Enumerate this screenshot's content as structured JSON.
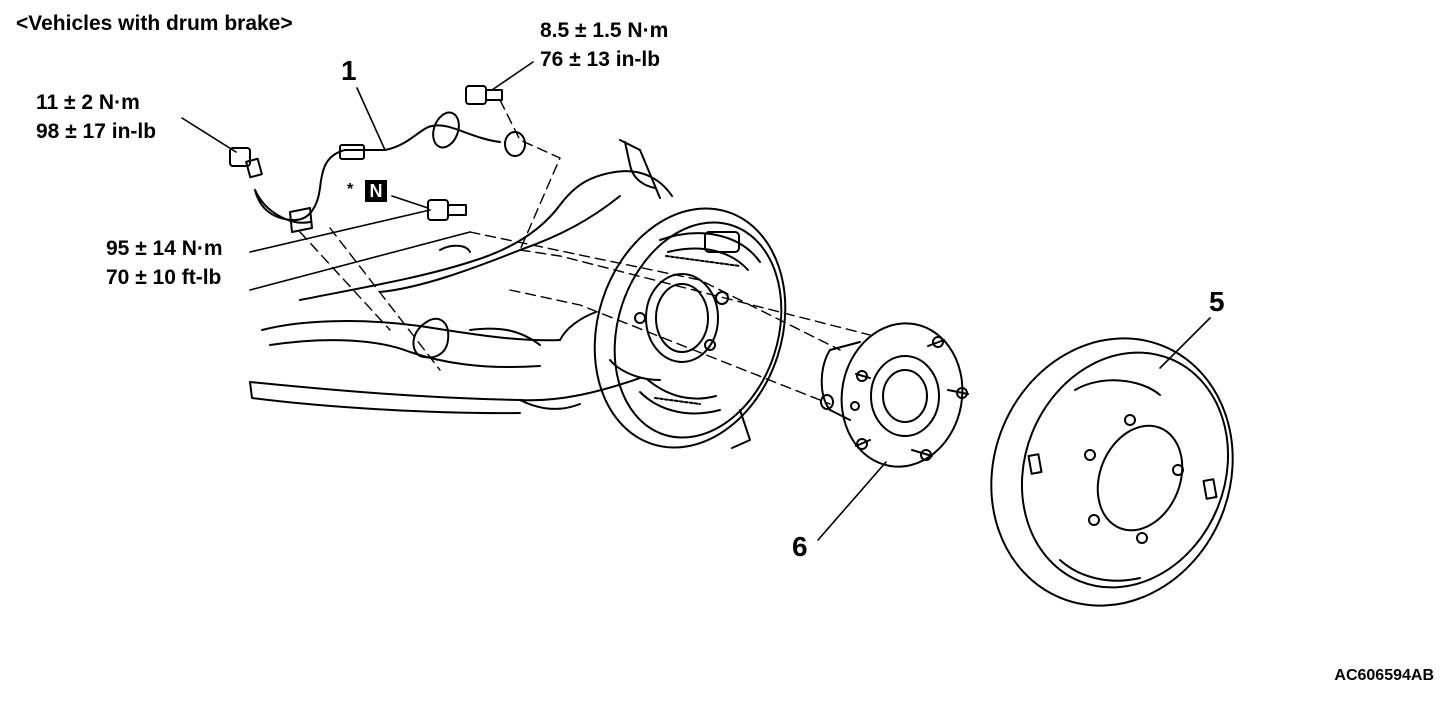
{
  "title": "<Vehicles with drum brake>",
  "figure_id": "AC606594AB",
  "torques": {
    "top_bolt": {
      "nm": "8.5 ± 1.5 N·m",
      "imperial": "76 ± 13 in-lb"
    },
    "left_bolt": {
      "nm": "11 ± 2 N·m",
      "imperial": "98 ± 17 in-lb"
    },
    "hub_bolt": {
      "nm": "95 ± 14 N·m",
      "imperial": "70 ± 10 ft-lb"
    }
  },
  "callouts": {
    "sensor_harness": "1",
    "brake_drum": "5",
    "hub_assembly": "6"
  },
  "notes": {
    "asterisk": "*",
    "new_part_badge": "N"
  }
}
